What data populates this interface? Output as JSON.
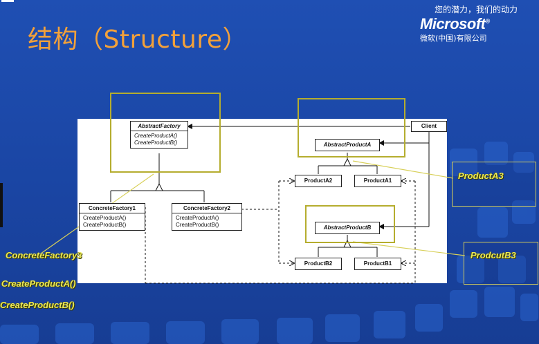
{
  "slide": {
    "title": "结构（Structure）",
    "slogan": "您的潜力，我们的动力",
    "logo": "Microsoft",
    "logo_mark": "®",
    "company": "微软(中国)有限公司"
  },
  "diagram": {
    "abstract_factory": {
      "name": "AbstractFactory",
      "ops": [
        "CreateProductA()",
        "CreateProductB()"
      ]
    },
    "client": {
      "name": "Client"
    },
    "abstract_product_a": {
      "name": "AbstractProductA"
    },
    "product_a2": {
      "name": "ProductA2"
    },
    "product_a1": {
      "name": "ProductA1"
    },
    "concrete_factory1": {
      "name": "ConcreteFactory1",
      "ops": [
        "CreateProductA()",
        "CreateProductB()"
      ]
    },
    "concrete_factory2": {
      "name": "ConcreteFactory2",
      "ops": [
        "CreateProductA()",
        "CreateProductB()"
      ]
    },
    "abstract_product_b": {
      "name": "AbstractProductB"
    },
    "product_b2": {
      "name": "ProductB2"
    },
    "product_b1": {
      "name": "ProductB1"
    }
  },
  "annotations": {
    "concrete_factory3": "ConcreteFactory3",
    "create_a": "CreateProductA()",
    "create_b": "CreateProductB()",
    "product_a3": "ProductA3",
    "product_b3": "ProdcutB3"
  },
  "colors": {
    "background": "#1f4fb3",
    "title": "#f3a13a",
    "highlight": "#b5ad2e",
    "annotation": "#e9e85a"
  }
}
